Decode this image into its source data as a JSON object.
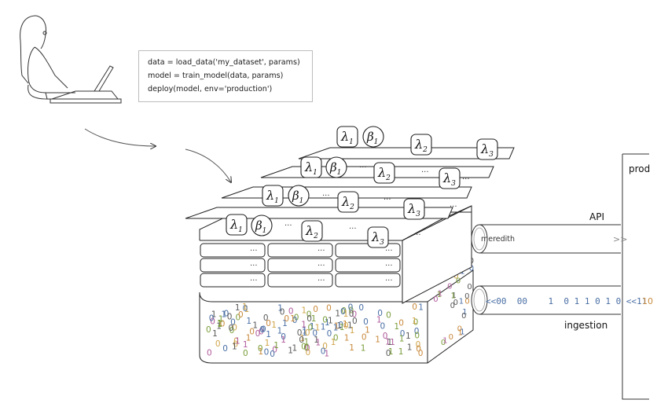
{
  "code": {
    "lines": [
      "data = load_data('my_dataset', params)",
      "model = train_model(data, params)",
      "deploy(model, env='production')"
    ]
  },
  "labels": {
    "prod": "prod",
    "api": "API",
    "ingestion": "ingestion",
    "api_message": "meredith",
    "api_arrows": ">>",
    "ingest_stream": "<<00  00    1  0 1 1 0 1 0 <<11",
    "ingest_tail": "10",
    "continuation": "···"
  },
  "symbols": {
    "lambda": "λ",
    "beta": "β",
    "sub1": "1",
    "sub2": "2",
    "sub3": "3"
  },
  "colors": {
    "stroke": "#222222",
    "digits": [
      "#4a6fa5",
      "#c98a3d",
      "#7a9e3a",
      "#b05c9c",
      "#5a5a5a",
      "#d0a54a"
    ]
  }
}
